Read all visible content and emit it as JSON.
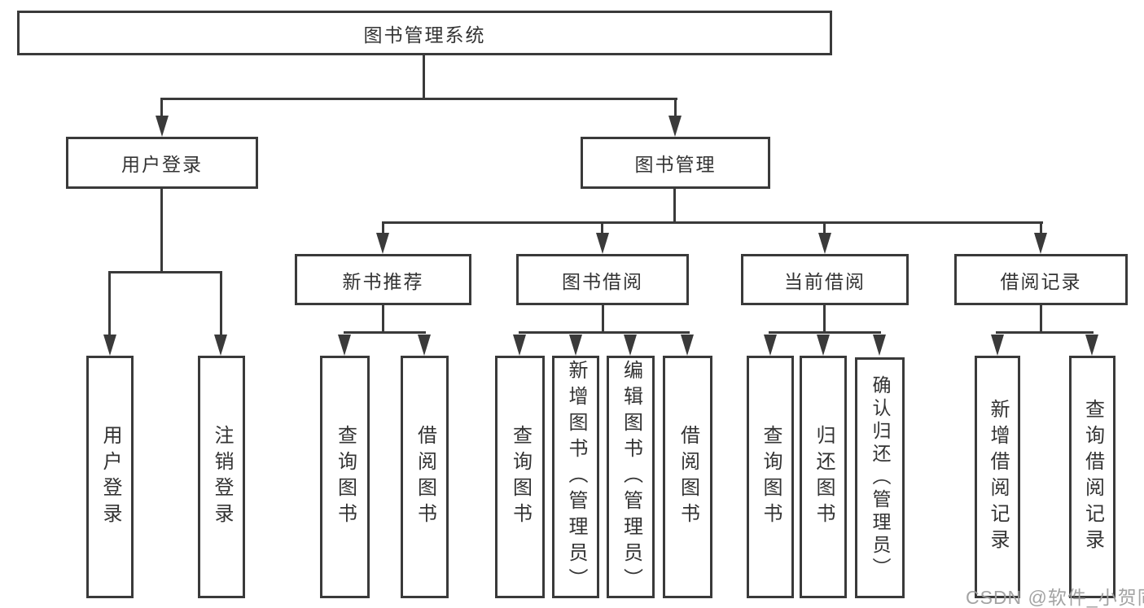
{
  "title": "图书管理系统",
  "tree": {
    "root": "图书管理系统",
    "user_login": {
      "label": "用户登录",
      "children": [
        "用户登录",
        "注销登录"
      ]
    },
    "book_mgmt": {
      "label": "图书管理",
      "groups": [
        {
          "label": "新书推荐",
          "children": [
            "查询图书",
            "借阅图书"
          ]
        },
        {
          "label": "图书借阅",
          "children": [
            "查询图书",
            "新增图书（管理员）",
            "编辑图书（管理员）",
            "借阅图书"
          ]
        },
        {
          "label": "当前借阅",
          "children": [
            "查询图书",
            "归还图书",
            "确认归还（管理员）"
          ]
        },
        {
          "label": "借阅记录",
          "children": [
            "新增借阅记录",
            "查询借阅记录"
          ]
        }
      ]
    }
  },
  "watermark": "CSDN @软件_小贺同学",
  "colors": {
    "line": "#3a3a3a",
    "text": "#333333",
    "watermark": "#9e9e9e",
    "background": "#ffffff"
  }
}
